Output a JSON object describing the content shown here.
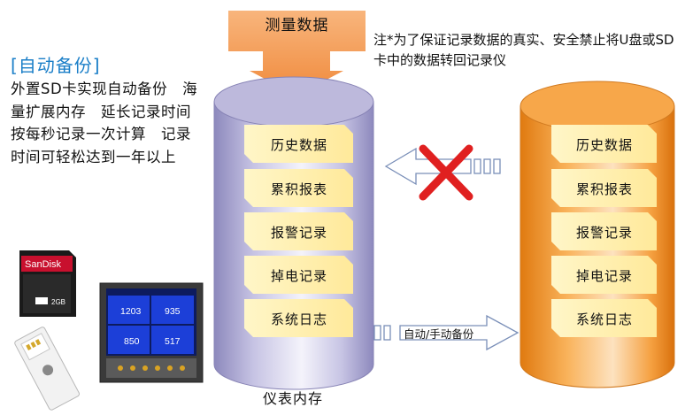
{
  "title_arrow_label": "测量数据",
  "feature": {
    "heading": "[自动备份]",
    "description": "外置SD卡实现自动备份　海量扩展内存　延长记录时间　按每秒记录一次计算　记录时间可轻松达到一年以上"
  },
  "note": "注*为了保证记录数据的真实、安全禁止将U盘或SD卡中的数据转回记录仪",
  "internal_storage": {
    "label": "仪表内存",
    "items": [
      "历史数据",
      "累积报表",
      "报警记录",
      "掉电记录",
      "系统日志"
    ]
  },
  "backup_storage": {
    "items": [
      "历史数据",
      "累积报表",
      "报警记录",
      "掉电记录",
      "系统日志"
    ]
  },
  "backup_arrow_label": "自动/手动备份",
  "sd_card": {
    "brand": "SanDisk",
    "capacity": "2GB"
  },
  "device_screen": {
    "values": [
      "1203",
      "935",
      "850",
      "517"
    ]
  },
  "colors": {
    "internal_cylinder": "#b7b3d6",
    "backup_cylinder": "#f39a2b",
    "slot_fill": "#fff2b3",
    "input_arrow": "#f5a25a",
    "forbidden_mark": "#e02020",
    "heading": "#1b7fc8"
  }
}
